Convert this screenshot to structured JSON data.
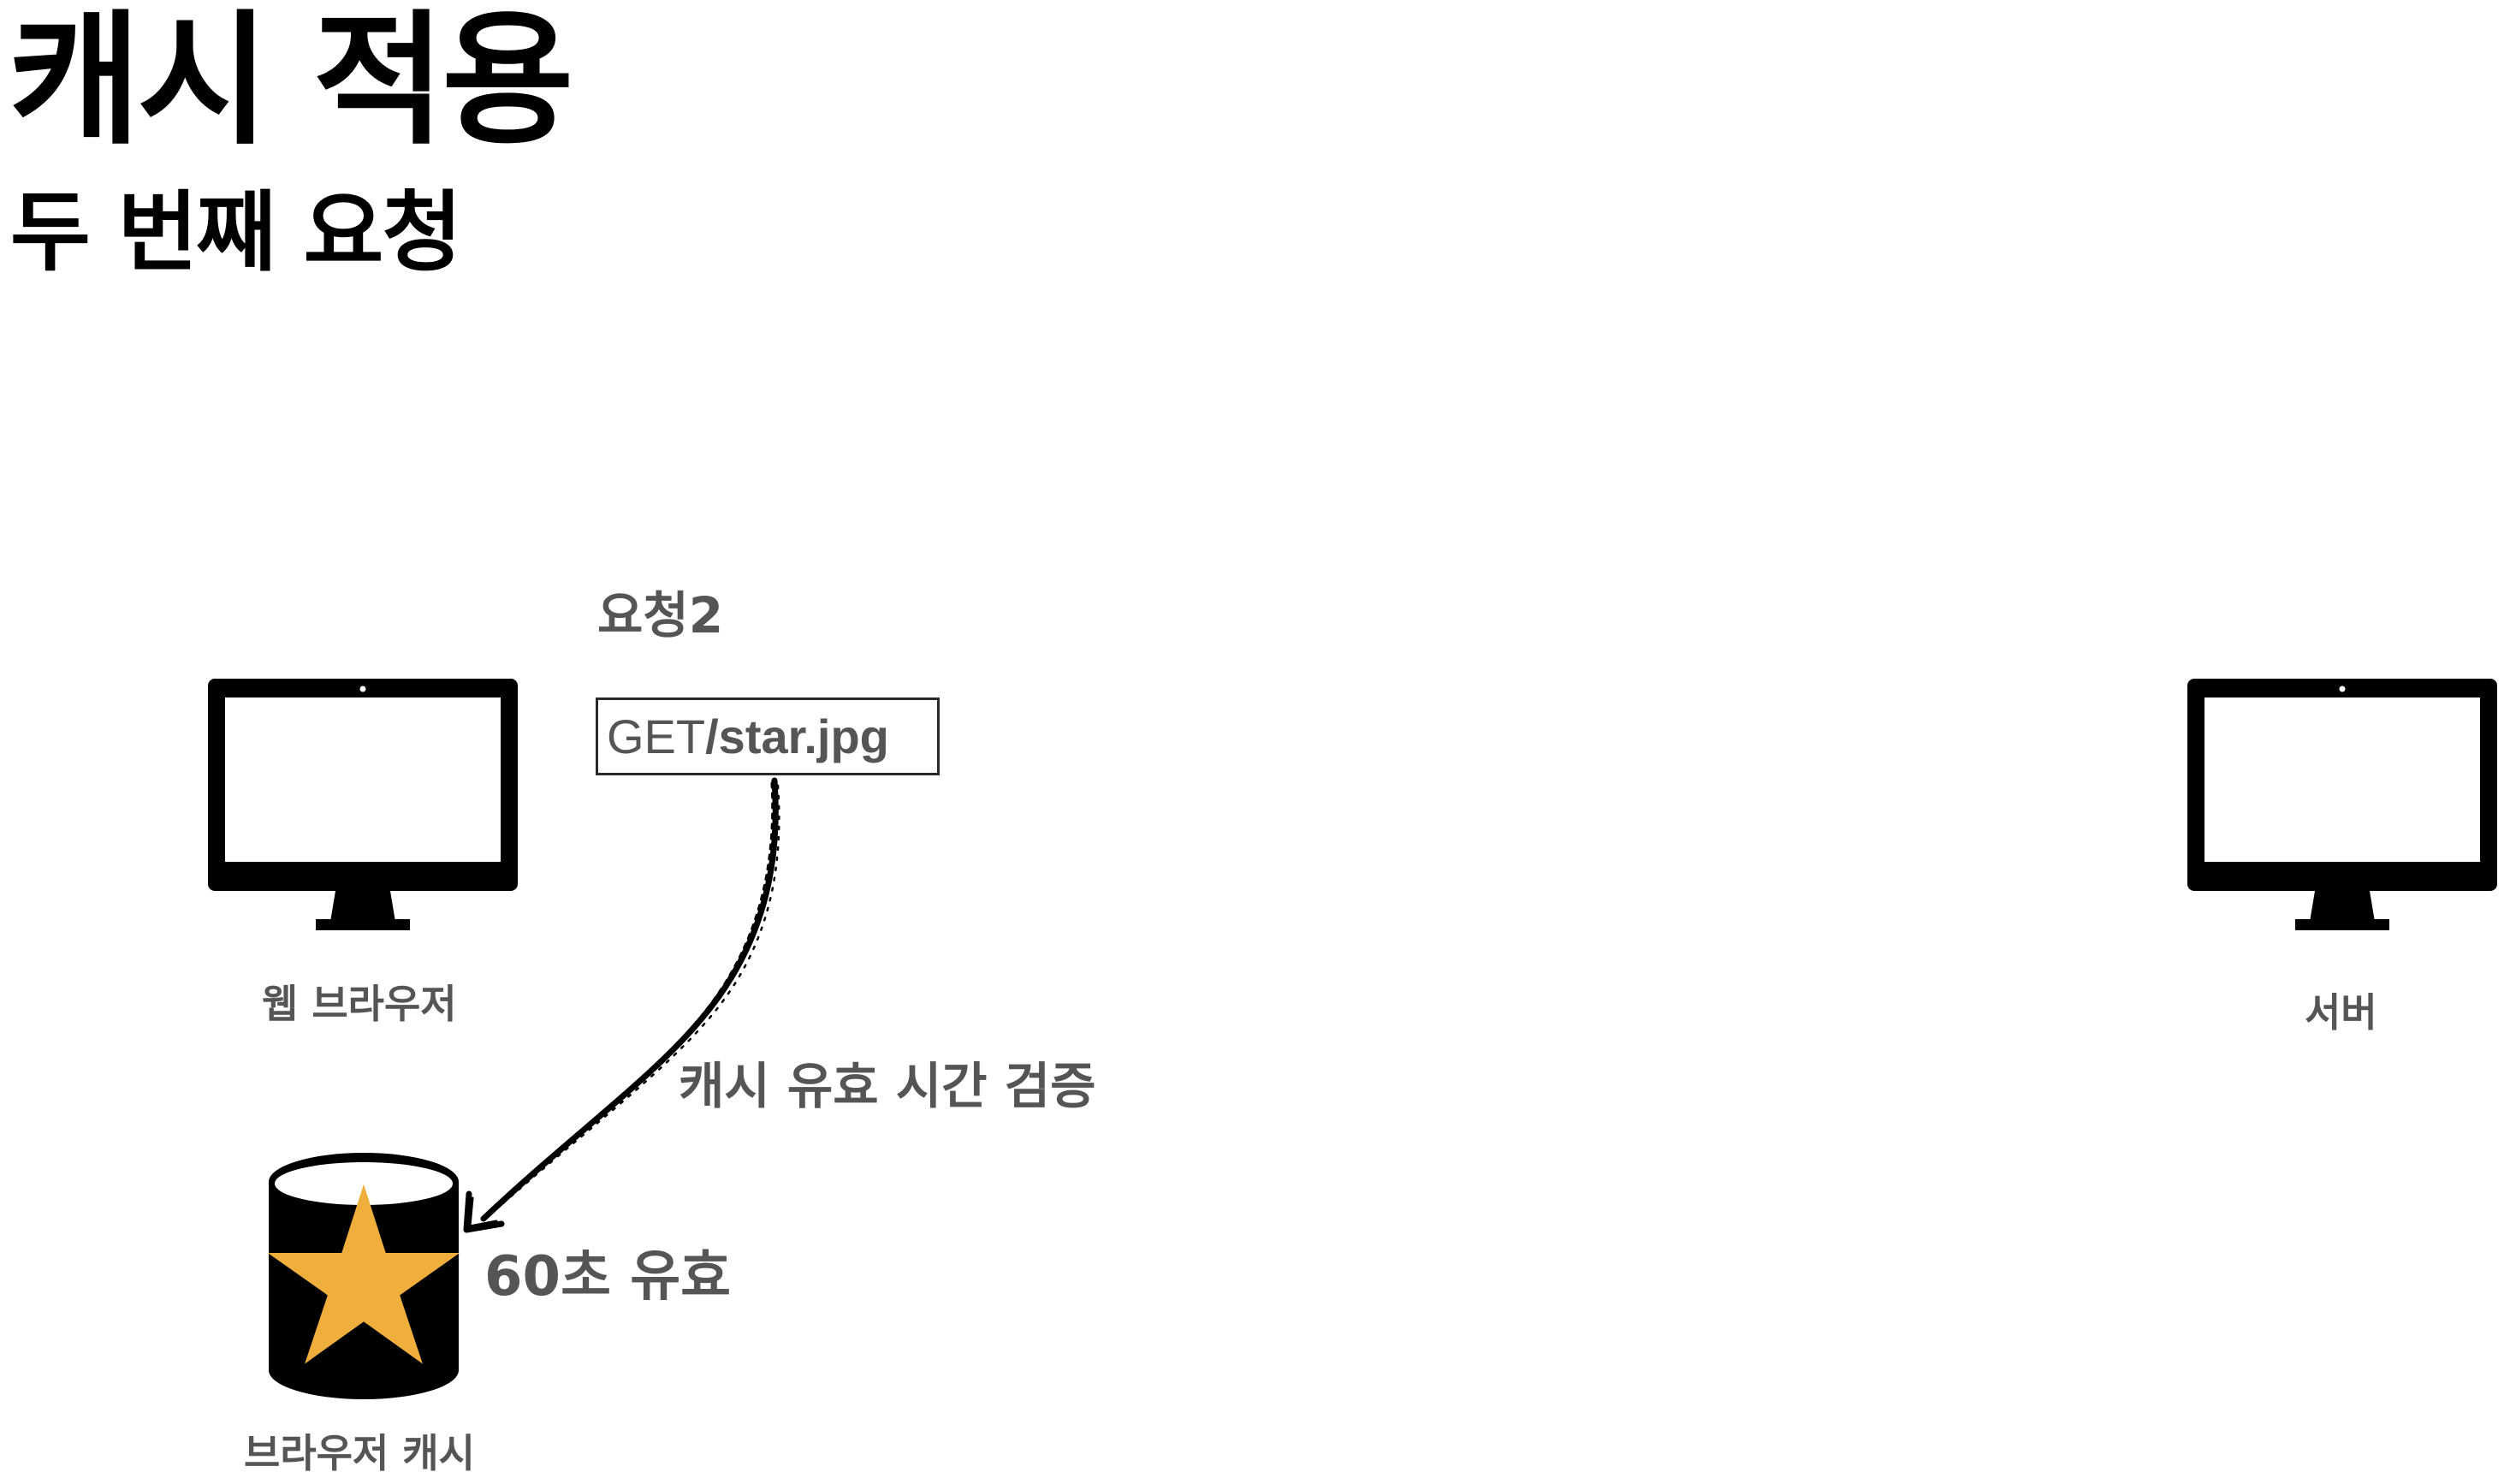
{
  "title": "캐시 적용",
  "subtitle": "두 번째 요청",
  "request": {
    "title": "요청2",
    "method": "GET",
    "path": "/star.jpg"
  },
  "nodes": {
    "browser": {
      "label": "웹 브라우저",
      "icon": "monitor-icon"
    },
    "server": {
      "label": "서버",
      "icon": "monitor-icon"
    },
    "cache": {
      "label": "브라우저 캐시",
      "icon": "database-star-icon"
    }
  },
  "arrow_label": "캐시 유효 시간 검증",
  "cache_status": "60초 유효",
  "colors": {
    "text": "#555555",
    "heading": "#000000",
    "icon": "#000000",
    "star": "#F0AF3C"
  }
}
